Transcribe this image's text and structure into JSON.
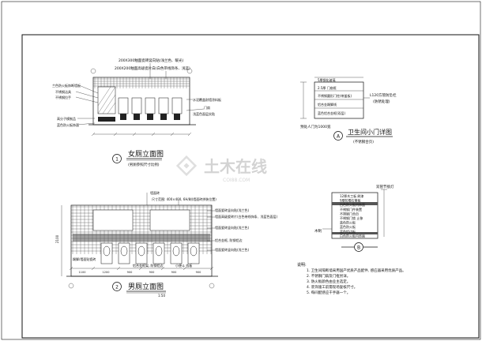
{
  "female_elevation": {
    "top_notes": [
      "200X300釉面瓷砖竖向贴(浅兰色、暖光)",
      "200X200釉面高级瓷片白(白色带线饰条、浅蓝)"
    ],
    "left_labels": [
      "兰色防火板饰断墙板",
      "不锈钢洁具",
      "不锈钢拉手"
    ],
    "left_bottom_labels": [
      "高分子模制品",
      "蓝色防火板饰面"
    ],
    "right_labels": [
      "水泥覆盖耐墙涂料板",
      "门扇",
      "浅蓝色面层实贴"
    ],
    "title": "女厕立面图",
    "subtitle": "(男厕参照尺寸比例)",
    "circle": "1"
  },
  "male_elevation": {
    "top_notes": [
      "墙面砖",
      "尺寸范围: 400×400, 6H/刷(墙面砖拼装位置)"
    ],
    "right_labels": [
      "墙面瓷砖竖向贴(浅兰色)",
      "墙面高级瓷砖片(白色带线饰条、浅蓝色面层)",
      "墙面瓷砖竖向贴(浅兰色)",
      "铝合金框, 防钢铝边",
      "墙面瓷砖竖向贴(浅兰色)"
    ],
    "bottom_labels": [
      "铝合金框架, 防钢铝边",
      "小便斗 挡板"
    ],
    "left_bottom_label": "踢脚/墙面贴瓷砖",
    "title": "男厕立面图",
    "subtitle": "1:50",
    "circle": "2"
  },
  "door_detail": {
    "labels": [
      "5厚钢化玻璃",
      "2.5厚 门扇框",
      "铝合金踢脚线",
      "蓝色铝合金框(双层)"
    ],
    "right_labels": [
      "L120方管防坠栏",
      "(防锈处理)"
    ],
    "side_labels": [
      "不锈钢圆形门柱(带盖板)"
    ],
    "note": "预处人门为1000宽",
    "title": "卫生间小门详图",
    "subtitle": "(不锈钢合页)",
    "circle": "A"
  },
  "partition_detail": {
    "top_label": "双管节接灯",
    "labels": [
      "12厚木工板 刷漆",
      "9厚防霉石膏板",
      "白色防火板内饰面",
      "不锈钢门件装置",
      "不锈钢门合页",
      "不锈钢门锁 止移",
      "蓝色防火板",
      "蓝色防火板",
      "蓝色铝边板",
      "白色防火板内饰面"
    ],
    "side_label": "木制",
    "circle": "B"
  },
  "notes": {
    "heading": "说明:",
    "lines": [
      "1. 卫生间隔断墙采用国产优质产品配件, 感应器采用优质产品。",
      "2. 不锈钢门扇及门框另详。",
      "3. 防火板颜色由业主选定。",
      "4. 装饰施工前需现场复核尺寸。",
      "5. 每间配感应干手器一个。"
    ]
  },
  "watermark": {
    "brand": "土木在线",
    "site": "COI88.COM"
  },
  "dims": [
    "1100",
    "1200",
    "900",
    "900",
    "900",
    "900",
    "900",
    "1240",
    "2100"
  ]
}
